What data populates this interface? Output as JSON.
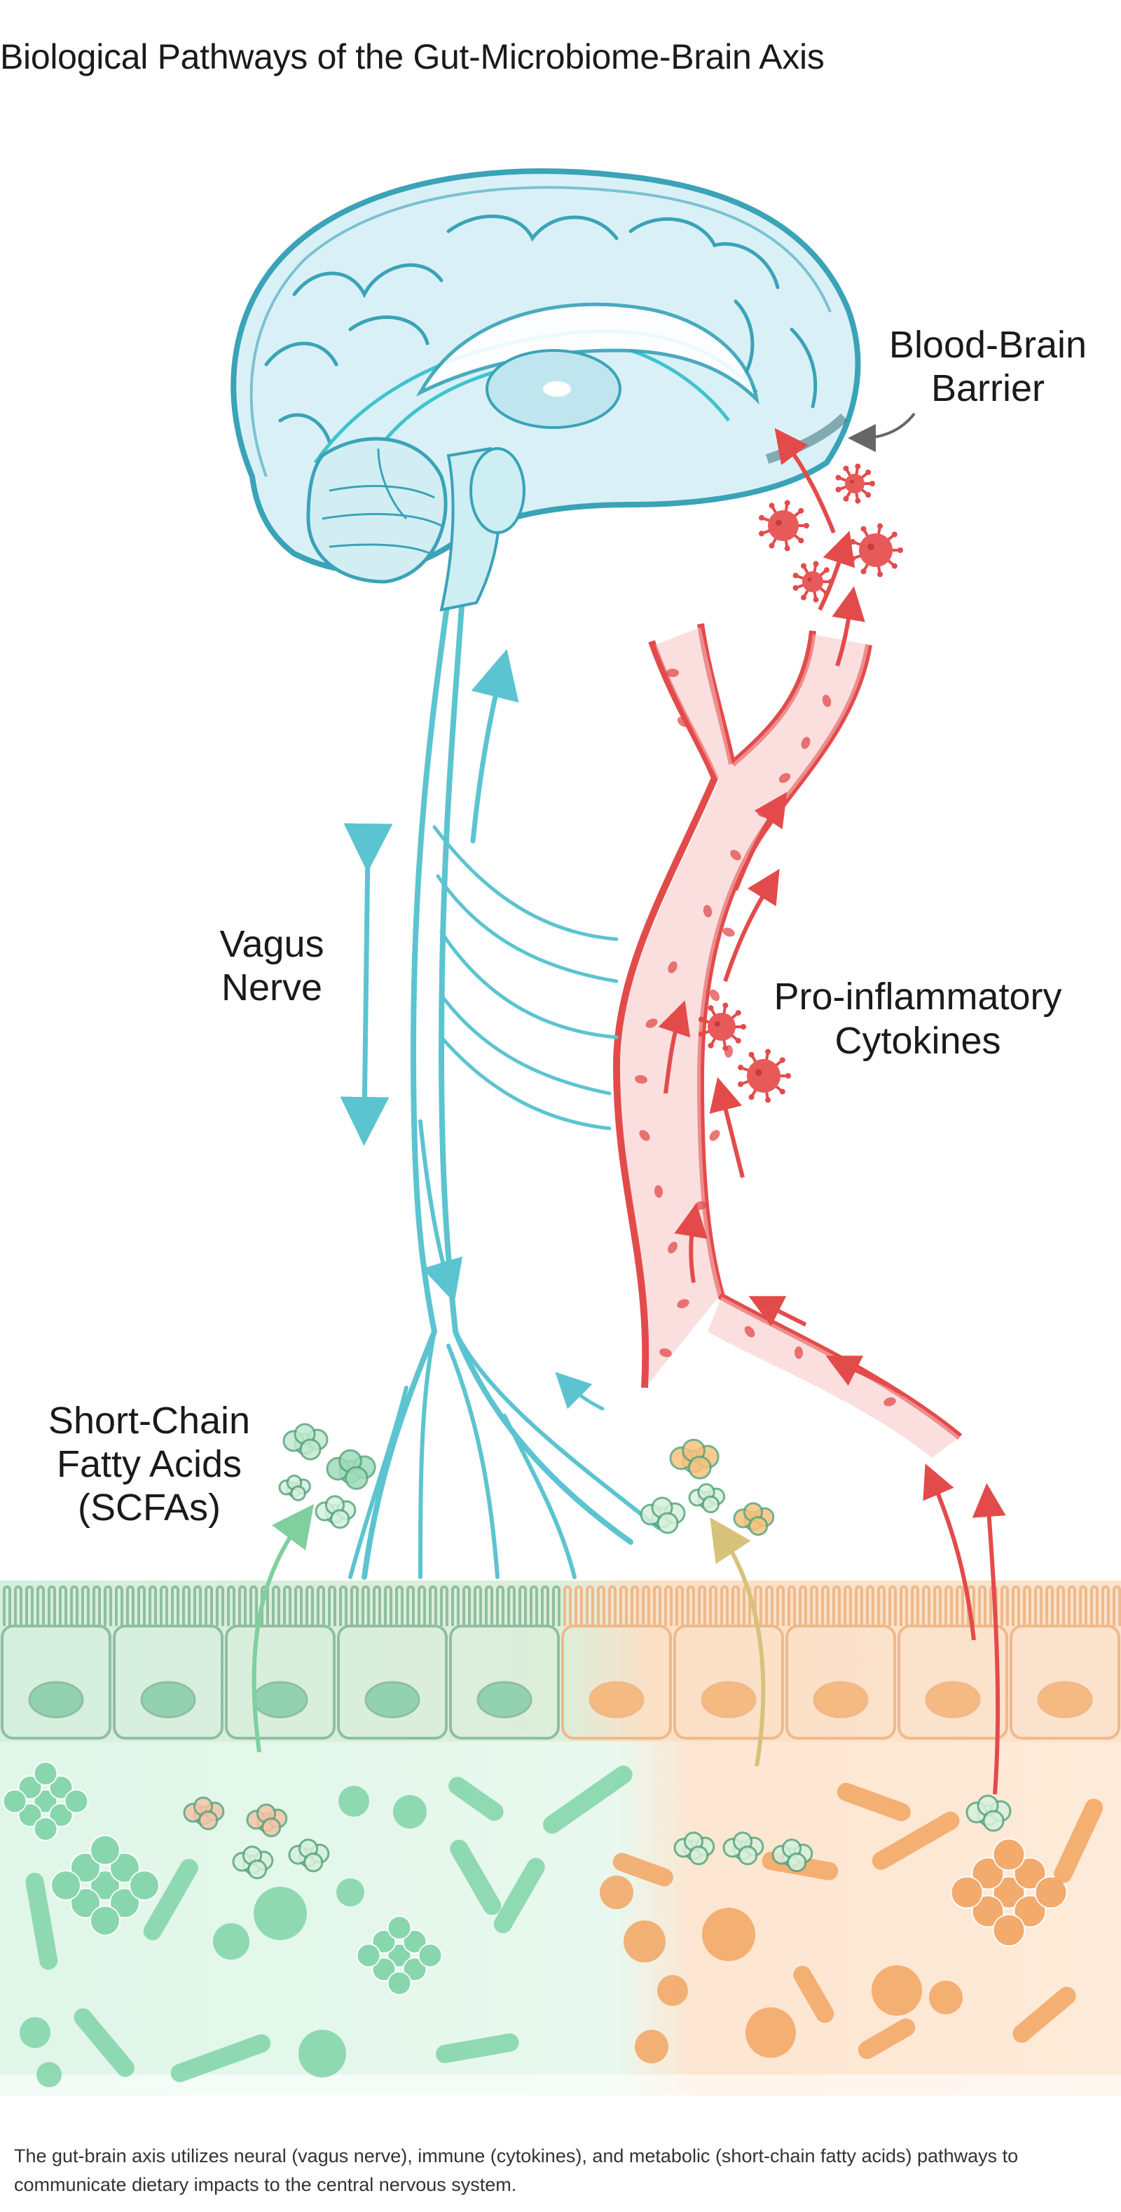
{
  "title": "Biological Pathways of the Gut-Microbiome-Brain Axis",
  "labels": {
    "bbb_line1": "Blood-Brain",
    "bbb_line2": "Barrier",
    "vagus_line1": "Vagus",
    "vagus_line2": "Nerve",
    "cyto_line1": "Pro-inflammatory",
    "cyto_line2": "Cytokines",
    "scfa_line1": "Short-Chain",
    "scfa_line2": "Fatty Acids",
    "scfa_line3": "(SCFAs)"
  },
  "caption": "The gut-brain axis utilizes neural (vagus nerve), immune (cytokines), and metabolic (short-chain fatty acids) pathways to communicate dietary impacts to the central nervous system.",
  "colors": {
    "brain_fill": "#d9f1f6",
    "brain_stroke": "#3aa3b8",
    "nerve": "#5cc4d0",
    "vessel": "#e34b4b",
    "vessel_fill": "#f2a1a1",
    "healthy_microbe": "#7fd3a8",
    "inflamed_microbe": "#f2a462",
    "healthy_zone": "#dcf5e6",
    "inflamed_zone": "#fde3cc"
  }
}
